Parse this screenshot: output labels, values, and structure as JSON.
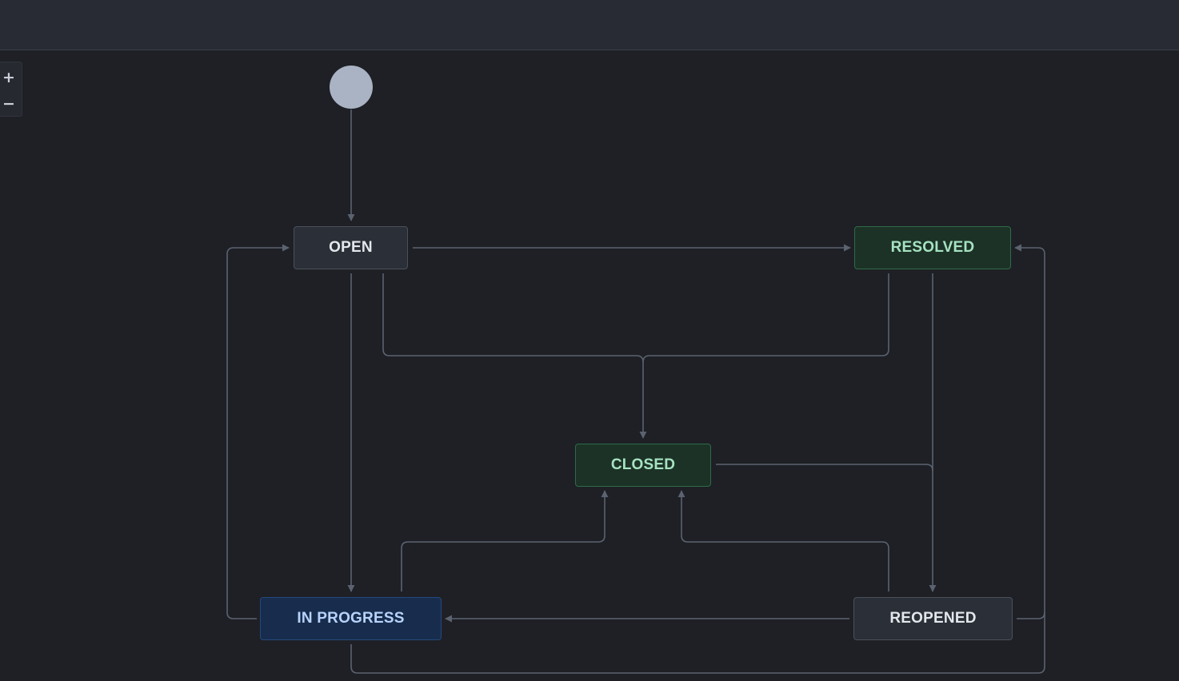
{
  "zoom": {
    "in_label": "+",
    "out_label": "−"
  },
  "workflow": {
    "states": {
      "open": "OPEN",
      "resolved": "RESOLVED",
      "closed": "CLOSED",
      "in_progress": "IN PROGRESS",
      "reopened": "REOPENED"
    }
  },
  "colors": {
    "background": "#1e2025",
    "edge": "#5b6270",
    "start": "#aab3c4",
    "done_fill": "#1c3227",
    "progress_fill": "#182d4d"
  }
}
